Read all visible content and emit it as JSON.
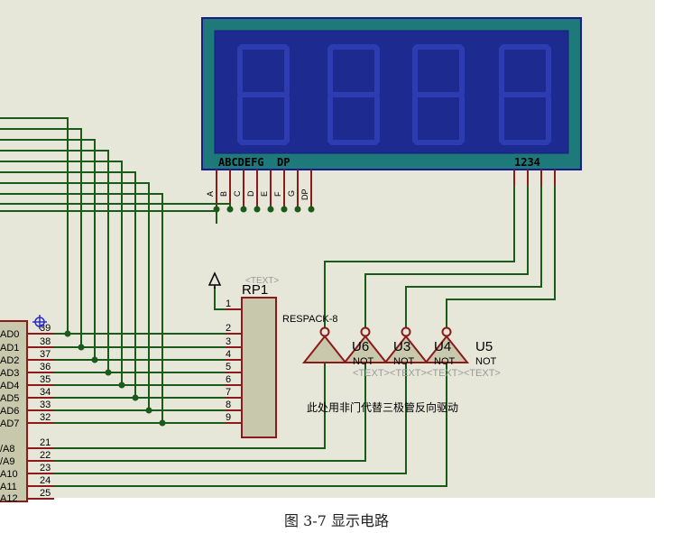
{
  "display": {
    "segment_labels": "ABCDEFG  DP",
    "digit_labels": "1234",
    "pins": [
      "A",
      "B",
      "C",
      "D",
      "E",
      "F",
      "G",
      "DP"
    ]
  },
  "mcu": {
    "pins": [
      {
        "label": "AD0",
        "num": "39"
      },
      {
        "label": "AD1",
        "num": "38"
      },
      {
        "label": "AD2",
        "num": "37"
      },
      {
        "label": "AD3",
        "num": "36"
      },
      {
        "label": "AD4",
        "num": "35"
      },
      {
        "label": "AD5",
        "num": "34"
      },
      {
        "label": "AD6",
        "num": "33"
      },
      {
        "label": "AD7",
        "num": "32"
      },
      {
        "label": "/A8",
        "num": "21"
      },
      {
        "label": "/A9",
        "num": "22"
      },
      {
        "label": "A10",
        "num": "23"
      },
      {
        "label": "A11",
        "num": "24"
      },
      {
        "label": "A12",
        "num": "25"
      }
    ]
  },
  "resistor_pack": {
    "ref": "RP1",
    "text_placeholder": "<TEXT>",
    "value": "RESPACK-8",
    "pins": [
      "1",
      "2",
      "3",
      "4",
      "5",
      "6",
      "7",
      "8",
      "9"
    ]
  },
  "gates": {
    "refs": [
      "U6",
      "U3",
      "U4",
      "U5"
    ],
    "type": "NOT",
    "text_row": "<TEXT><TEXT><TEXT><TEXT>"
  },
  "note": "此处用非门代替三极管反向驱动",
  "caption": "图 3-7  显示电路",
  "colors": {
    "background": "#e6e6d9",
    "wire": "#1a5a1a",
    "component": "#8b1a1a",
    "component_fill": "#c8c8ad",
    "display_bezel": "#1e7a7a",
    "display_screen": "#1d2a90",
    "display_frame": "#1a1a8c"
  }
}
